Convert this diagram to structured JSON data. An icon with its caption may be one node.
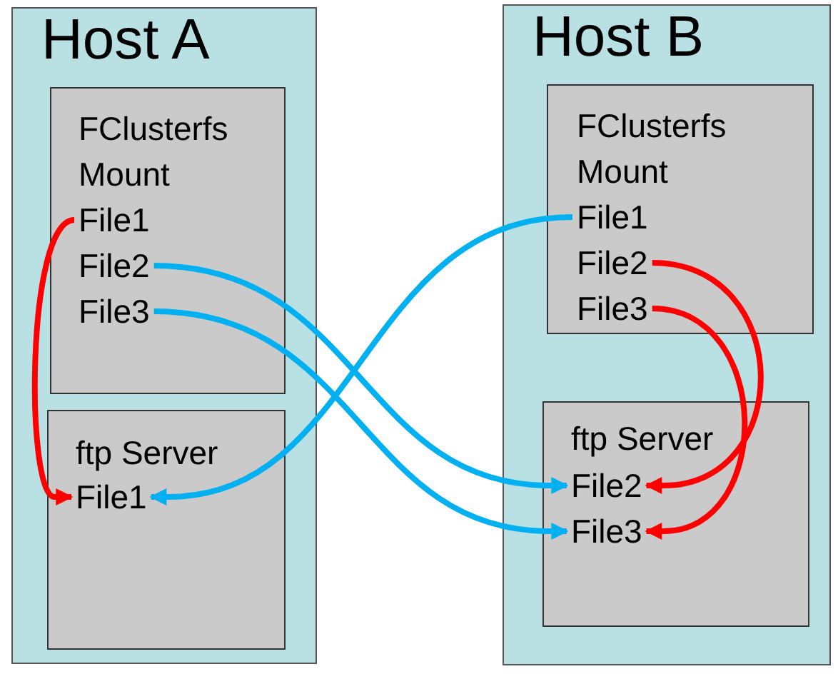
{
  "diagram": {
    "nodes": [
      {
        "text": [
          "Host A"
        ]
      },
      {
        "text": [
          "FClusterfs Mount"
        ],
        "in": 0
      },
      {
        "text": [
          "File1"
        ],
        "in": 1
      },
      {
        "text": [
          "File2"
        ],
        "in": 1
      },
      {
        "text": [
          "File3"
        ],
        "in": 1
      },
      {
        "text": [
          "ftp Server"
        ],
        "in": 0
      },
      {
        "text": [
          "File1"
        ],
        "in": 5
      },
      {
        "text": [
          "Host B"
        ]
      },
      {
        "text": [
          "FClusterfs Mount"
        ],
        "in": 7
      },
      {
        "text": [
          "File1"
        ],
        "in": 8
      },
      {
        "text": [
          "File2"
        ],
        "in": 8
      },
      {
        "text": [
          "File3"
        ],
        "in": 8
      },
      {
        "text": [
          "ftp Server"
        ],
        "in": 7
      },
      {
        "text": [
          "File2"
        ],
        "in": 12
      },
      {
        "text": [
          "File3"
        ],
        "in": 12
      }
    ],
    "edges": [
      {
        "from": 2,
        "to": 6,
        "arrow": "to",
        "color": "#ff0000"
      },
      {
        "from": 3,
        "to": 13,
        "arrow": "to",
        "color": "#00b0f0"
      },
      {
        "from": 4,
        "to": 14,
        "arrow": "to",
        "color": "#00b0f0"
      },
      {
        "from": 9,
        "to": 6,
        "arrow": "to",
        "color": "#00b0f0"
      },
      {
        "from": 10,
        "to": 13,
        "arrow": "to",
        "color": "#ff0000"
      },
      {
        "from": 11,
        "to": 14,
        "arrow": "to",
        "color": "#ff0000"
      }
    ]
  }
}
